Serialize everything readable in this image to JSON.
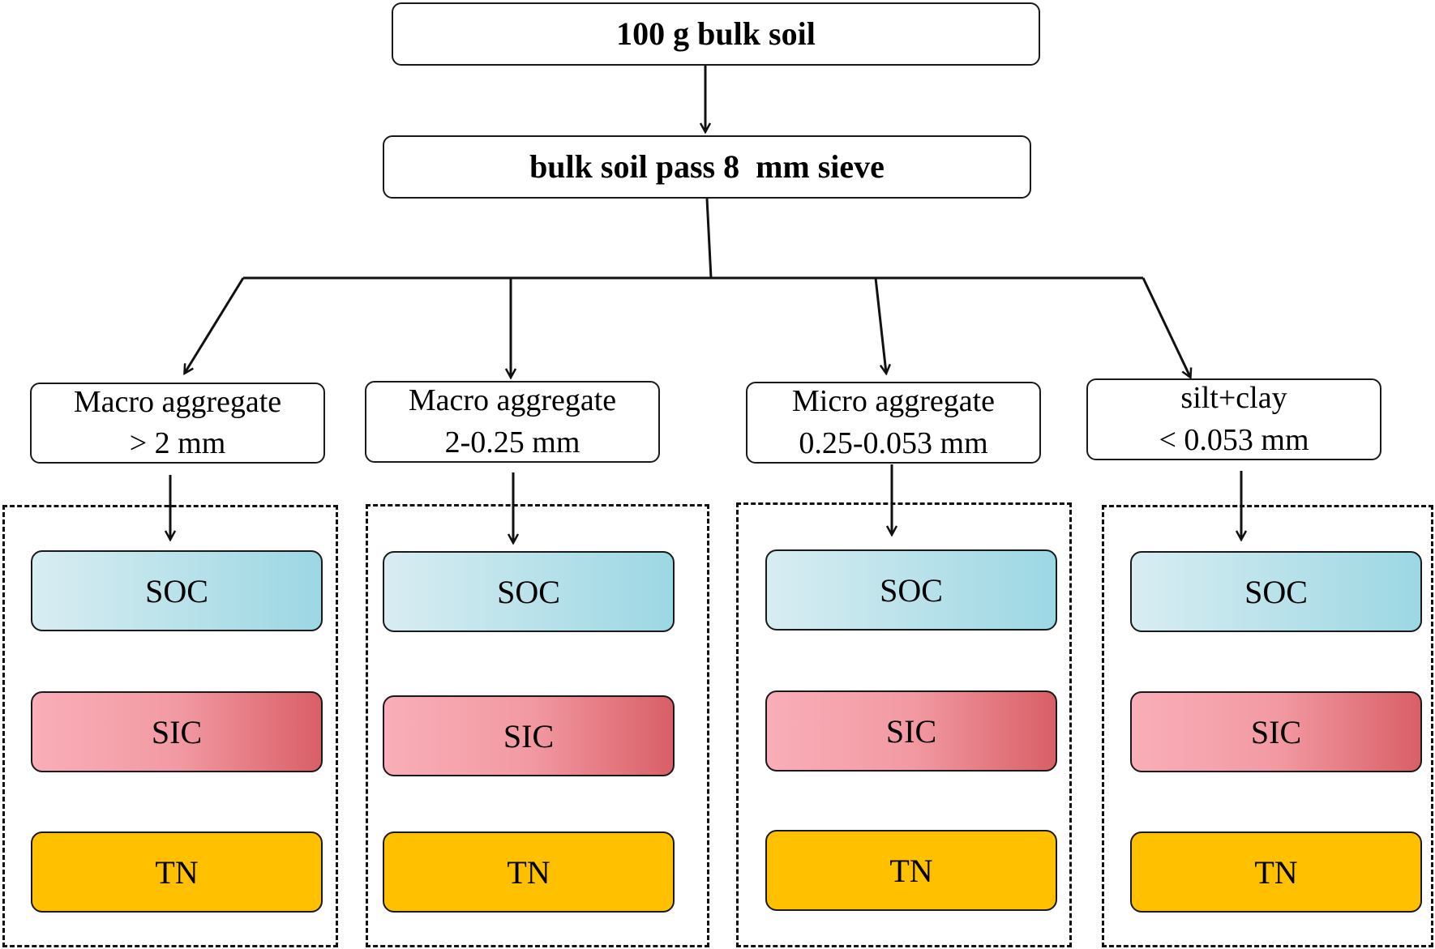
{
  "top_box": "100 g bulk soil",
  "sieve_box": "bulk soil pass 8  mm sieve",
  "fractions": [
    {
      "line1": "Macro aggregate",
      "line2": "> 2 mm"
    },
    {
      "line1": "Macro aggregate",
      "line2": "2-0.25 mm"
    },
    {
      "line1": "Micro aggregate",
      "line2": "0.25-0.053 mm"
    },
    {
      "line1": "silt+clay",
      "line2": "< 0.053 mm"
    }
  ],
  "metrics": [
    "SOC",
    "SIC",
    "TN"
  ],
  "colors": {
    "soc_left": "#d8edf2",
    "soc_right": "#9cd7e3",
    "sic_left": "#f9aeb8",
    "sic_right": "#d95f67",
    "tn": "#ffc000"
  }
}
